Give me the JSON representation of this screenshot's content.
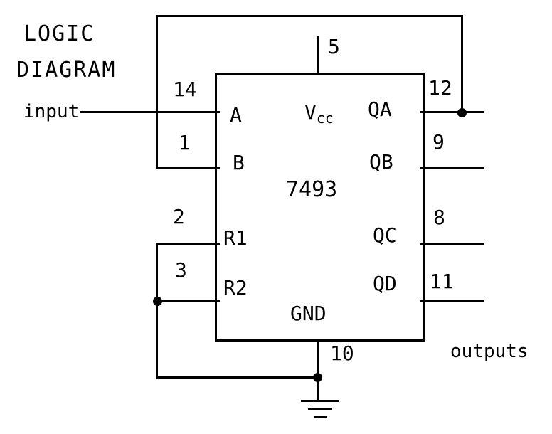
{
  "title": {
    "line1": "LOGIC",
    "line2": "DIAGRAM"
  },
  "annotations": {
    "input": "input",
    "outputs": "outputs"
  },
  "chip": {
    "name": "7493",
    "vcc_main": "V",
    "vcc_sub": "cc",
    "gnd": "GND"
  },
  "pins": {
    "a": {
      "name": "A",
      "number": "14"
    },
    "b": {
      "name": "B",
      "number": "1"
    },
    "r1": {
      "name": "R1",
      "number": "2"
    },
    "r2": {
      "name": "R2",
      "number": "3"
    },
    "vcc": {
      "number": "5"
    },
    "gnd": {
      "number": "10"
    },
    "qa": {
      "name": "QA",
      "number": "12"
    },
    "qb": {
      "name": "QB",
      "number": "9"
    },
    "qc": {
      "name": "QC",
      "number": "8"
    },
    "qd": {
      "name": "QD",
      "number": "11"
    }
  },
  "colors": {
    "wire": "#000000",
    "background": "#ffffff",
    "text": "#000000"
  }
}
